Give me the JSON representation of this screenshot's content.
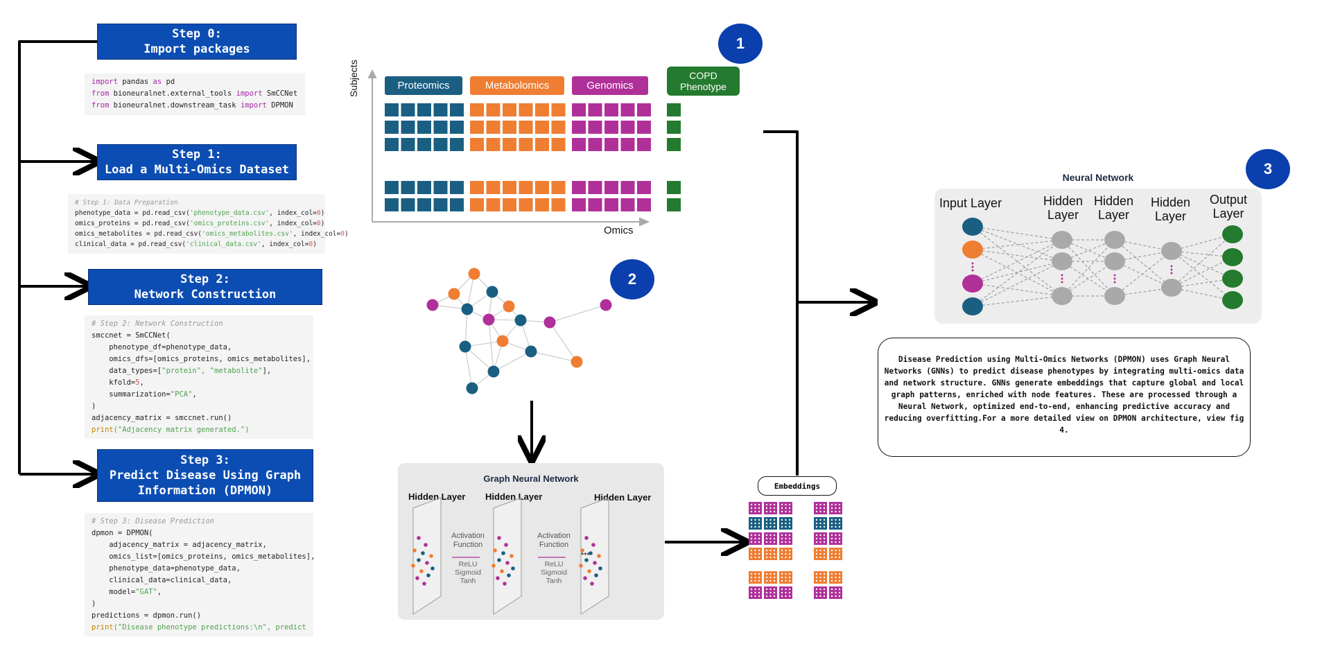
{
  "steps": {
    "s0": {
      "title": "Step 0:",
      "subtitle": "Import packages"
    },
    "s1": {
      "title": "Step 1:",
      "subtitle": "Load a Multi-Omics Dataset"
    },
    "s2": {
      "title": "Step 2:",
      "subtitle": "Network Construction"
    },
    "s3": {
      "title": "Step 3:",
      "subtitle1": "Predict Disease Using Graph",
      "subtitle2": "Information (DPMON)"
    }
  },
  "code0": {
    "l1": {
      "k": "import",
      "t": " pandas ",
      "k2": "as",
      "t2": " pd"
    },
    "l2": {
      "k": "from",
      "t": " bioneuralnet.external_tools ",
      "k2": "import",
      "t2": " SmCCNet"
    },
    "l3": {
      "k": "from",
      "t": " bioneuralnet.downstream_task ",
      "k2": "import",
      "t2": " DPMON"
    }
  },
  "code1": {
    "comment": "# Step 1: Data Preparation",
    "l1": {
      "a": "phenotype_data = pd.read_csv(",
      "s": "'phenotype_data.csv'",
      "b": ", index_col=",
      "n": "0",
      "c": ")"
    },
    "l2": {
      "a": "omics_proteins = pd.read_csv(",
      "s": "'omics_proteins.csv'",
      "b": ", index_col=",
      "n": "0",
      "c": ")"
    },
    "l3": {
      "a": "omics_metabolites = pd.read_csv(",
      "s": "'omics_metabolites.csv'",
      "b": ", index_col=",
      "n": "0",
      "c": ")"
    },
    "l4": {
      "a": "clinical_data = pd.read_csv(",
      "s": "'clinical_data.csv'",
      "b": ", index_col=",
      "n": "0",
      "c": ")"
    }
  },
  "code2": {
    "comment": "# Step 2: Network Construction",
    "l1": "smccnet = SmCCNet(",
    "l2": "    phenotype_df=phenotype_data,",
    "l3": "    omics_dfs=[omics_proteins, omics_metabolites],",
    "l4a": "    data_types=[",
    "l4s": "\"protein\", \"metabolite\"",
    "l4b": "],",
    "l5a": "    kfold=",
    "l5n": "5",
    "l5b": ",",
    "l6a": "    summarization=",
    "l6s": "\"PCA\"",
    "l6b": ",",
    "l7": ")",
    "l8": "adjacency_matrix = smccnet.run()",
    "l9a": "print",
    "l9s": "(\"Adjacency matrix generated.\")"
  },
  "code3": {
    "comment": "# Step 3: Disease Prediction",
    "l1": "dpmon = DPMON(",
    "l2": "    adjacency_matrix = adjacency_matrix,",
    "l3": "    omics_list=[omics_proteins, omics_metabolites],",
    "l4": "    phenotype_data=phenotype_data,",
    "l5": "    clinical_data=clinical_data,",
    "l6a": "    model=",
    "l6s": "\"GAT\"",
    "l6b": ",",
    "l7": ")",
    "l8": "predictions = dpmon.run()",
    "l9a": "print",
    "l9s": "(\"Disease phenotype predictions:\\n\", prediction"
  },
  "badges": {
    "b1": "1",
    "b2": "2",
    "b3": "3"
  },
  "omics": {
    "proteomics": "Proteomics",
    "metabolomics": "Metabolomics",
    "genomics": "Genomics",
    "copd1": "COPD",
    "copd2": "Phenotype",
    "y_axis": "Subjects",
    "x_axis": "Omics"
  },
  "nn": {
    "title": "Neural Network",
    "input": "Input Layer",
    "hidden1a": "Hidden",
    "hidden1b": "Layer",
    "hidden2a": "Hidden",
    "hidden2b": "Layer",
    "hidden3a": "Hidden",
    "hidden3b": "Layer",
    "output1": "Output",
    "output2": "Layer"
  },
  "gnn": {
    "title": "Graph Neural Network",
    "h1": "Hidden Layer",
    "h2": "Hidden Layer",
    "h3": "Hidden Layer",
    "act1a": "Activation",
    "act1b": "Function",
    "act2a": "Activation",
    "act2b": "Function",
    "f1": "ReLU",
    "f2": "Sigmoid",
    "f3": "Tanh",
    "dots": "•••"
  },
  "embeddings": "Embeddings",
  "description": "Disease Prediction using Multi-Omics Networks (DPMON) uses Graph Neural Networks (GNNs) to predict disease phenotypes by integrating multi-omics data and network structure. GNNs generate embeddings that capture global and local graph patterns, enriched with node features. These are processed through a Neural Network, optimized end-to-end, enhancing predictive accuracy and reducing overfitting.For a more detailed view on DPMON architecture, view fig 4.",
  "colors": {
    "step_blue": "#0b4db3",
    "teal": "#1a5f82",
    "orange": "#ef7d32",
    "purple": "#b0309a",
    "green": "#247a2e",
    "gray_node": "#a9a9a9",
    "keyword": "#a626a4",
    "string": "#50a14f",
    "number": "#d9534f",
    "comment": "#999999"
  }
}
